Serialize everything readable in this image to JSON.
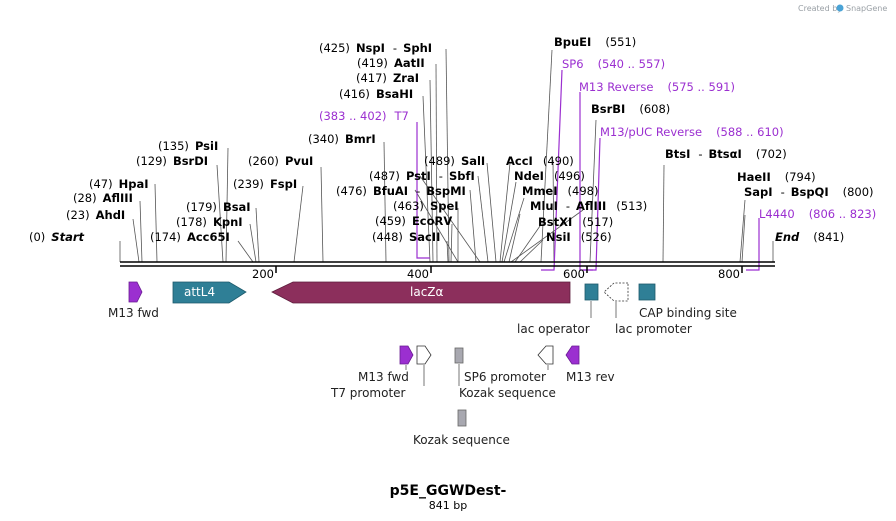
{
  "credit": {
    "text": "Created by",
    "brand": "SnapGene"
  },
  "title": "p5E_GGWDest-",
  "subtitle": "841 bp",
  "ruler": {
    "labels": [
      "200",
      "400",
      "600",
      "800"
    ]
  },
  "sites": [
    {
      "pos": "(0)",
      "name": "Start"
    },
    {
      "pos": "(23)",
      "name": "AhdI"
    },
    {
      "pos": "(28)",
      "name": "AflIII"
    },
    {
      "pos": "(47)",
      "name": "HpaI"
    },
    {
      "pos": "(129)",
      "name": "BsrDI"
    },
    {
      "pos": "(135)",
      "name": "PsiI"
    },
    {
      "pos": "(174)",
      "name": "Acc65I"
    },
    {
      "pos": "(178)",
      "name": "KpnI"
    },
    {
      "pos": "(179)",
      "name": "BsaI"
    },
    {
      "pos": "(239)",
      "name": "FspI"
    },
    {
      "pos": "(260)",
      "name": "PvuI"
    },
    {
      "pos": "(340)",
      "name": "BmrI"
    },
    {
      "pos": "(416)",
      "name": "BsaHI"
    },
    {
      "pos": "(417)",
      "name": "ZraI"
    },
    {
      "pos": "(419)",
      "name": "AatII"
    },
    {
      "pos": "(425)",
      "name": "NspI",
      "name2": "SphI"
    },
    {
      "pos": "(448)",
      "name": "SacII"
    },
    {
      "pos": "(459)",
      "name": "EcoRV"
    },
    {
      "pos": "(463)",
      "name": "SpeI"
    },
    {
      "pos": "(476)",
      "name": "BfuAI",
      "name2": "BspMI"
    },
    {
      "pos": "(487)",
      "name": "PstI",
      "name2": "SbfI"
    },
    {
      "pos": "(489)",
      "name": "SalI"
    },
    {
      "pos": "(490)",
      "name": "AccI"
    },
    {
      "pos": "(496)",
      "name": "NdeI"
    },
    {
      "pos": "(498)",
      "name": "MmeI"
    },
    {
      "pos": "(513)",
      "name": "MluI",
      "name2": "AflIII"
    },
    {
      "pos": "(517)",
      "name": "BstXI"
    },
    {
      "pos": "(526)",
      "name": "NsiI"
    },
    {
      "pos": "(551)",
      "name": "BpuEI"
    },
    {
      "pos": "(608)",
      "name": "BsrBI"
    },
    {
      "pos": "(702)",
      "name": "BtsI",
      "name2": "BtsαI"
    },
    {
      "pos": "(794)",
      "name": "HaeII"
    },
    {
      "pos": "(800)",
      "name": "SapI",
      "name2": "BspQI"
    },
    {
      "pos": "(841)",
      "name": "End"
    }
  ],
  "primers": [
    {
      "name": "T7",
      "range": "(383 .. 402)"
    },
    {
      "name": "SP6",
      "range": "(540 .. 557)"
    },
    {
      "name": "M13 Reverse",
      "range": "(575 .. 591)"
    },
    {
      "name": "M13/pUC Reverse",
      "range": "(588 .. 610)"
    },
    {
      "name": "L4440",
      "range": "(806 .. 823)"
    }
  ],
  "features": {
    "m13_fwd_top": "M13 fwd",
    "attL4": "attL4",
    "lacZa": "lacZα",
    "lac_operator": "lac operator",
    "lac_promoter": "lac promoter",
    "cap_binding_site": "CAP binding site",
    "m13_fwd_mid": "M13 fwd",
    "t7_promoter": "T7 promoter",
    "sp6_promoter": "SP6 promoter",
    "kozak_1": "Kozak sequence",
    "m13_rev": "M13 rev",
    "kozak_2": "Kozak sequence"
  },
  "colors": {
    "m13": "#9b2fd0",
    "attL4": "#2f7f96",
    "lacZa": "#8c2f5c",
    "lac_box": "#2f7f96",
    "kozak": "#a8a8b0",
    "primer_text": "#9b2fd0"
  }
}
